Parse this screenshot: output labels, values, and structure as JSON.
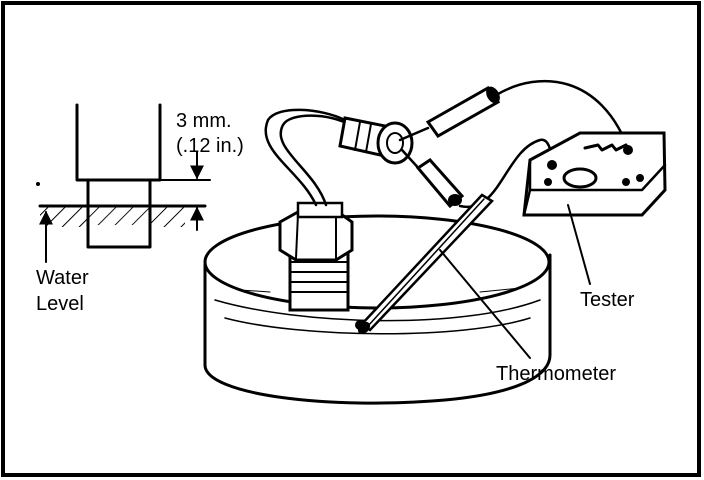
{
  "labels": {
    "gap_metric": "3 mm.",
    "gap_imperial": "(.12 in.)",
    "water_line1": "Water",
    "water_line2": "Level",
    "tester": "Tester",
    "thermometer": "Thermometer"
  },
  "colors": {
    "ink": "#000000",
    "paper": "#ffffff"
  }
}
